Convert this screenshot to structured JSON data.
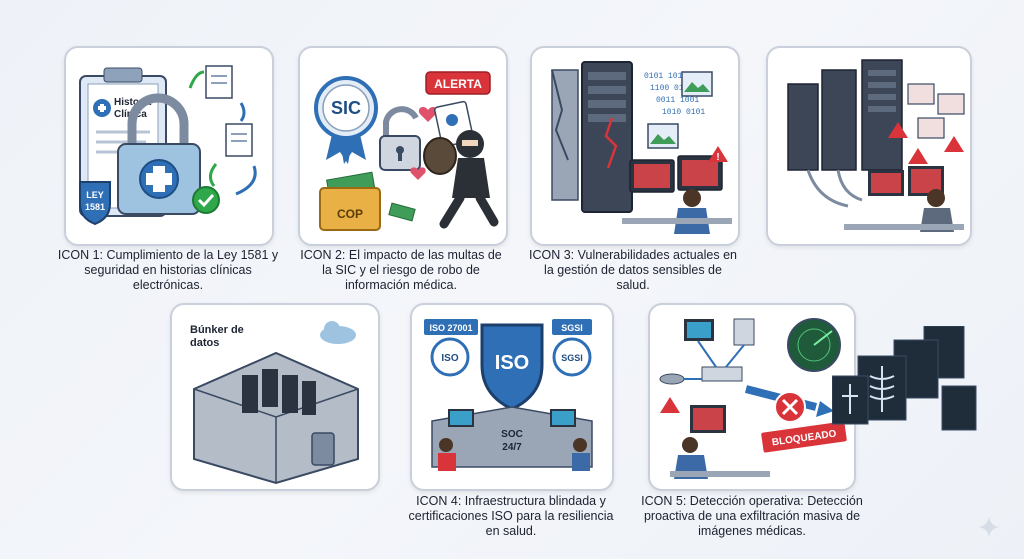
{
  "captions": {
    "c1": "ICON 1: Cumplimiento de la Ley 1581 y seguridad en historias clínicas electrónicas.",
    "c2": "ICON 2: El impacto de las multas de la SIC y el riesgo de robo de información médica.",
    "c3": "ICON 3: Vulnerabilidades actuales en la gestión de datos sensibles de salud.",
    "c4": "ICON 4: Infraestructura blindada y certificaciones ISO para la resiliencia en salud.",
    "c5": "ICON 5: Detección operativa: Detección proactiva de una exfiltración masiva de imágenes médicas."
  },
  "icon1": {
    "doc_title_1": "Historia",
    "doc_title_2": "Clínica",
    "shield_1": "LEY",
    "shield_2": "1581"
  },
  "icon2": {
    "seal": "SIC",
    "alert": "ALERTA",
    "folder": "COP"
  },
  "bunker": {
    "label_1": "Búnker de",
    "label_2": "datos"
  },
  "icon4": {
    "iso_badge": "ISO 27001",
    "sgsi_badge": "SGSI",
    "iso_small": "ISO",
    "sgsi_small": "SGSI",
    "iso_big": "ISO",
    "soc_1": "SOC",
    "soc_2": "24/7"
  },
  "icon5": {
    "blocked": "BLOQUEADO"
  },
  "colors": {
    "accent_blue": "#2f6fb5",
    "alert_red": "#d8343a",
    "alert_green": "#2ea84a",
    "card_border": "#c9d0db"
  }
}
